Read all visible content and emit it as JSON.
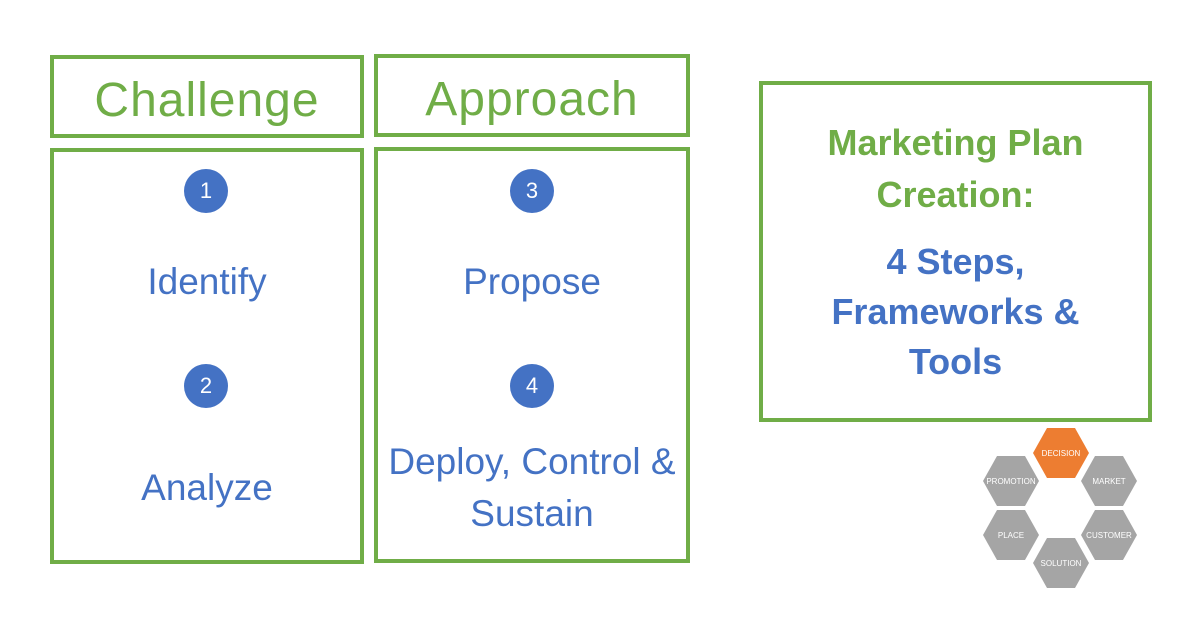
{
  "challenge": {
    "header": "Challenge",
    "steps": [
      {
        "number": "1",
        "label": "Identify"
      },
      {
        "number": "2",
        "label": "Analyze"
      }
    ]
  },
  "approach": {
    "header": "Approach",
    "steps": [
      {
        "number": "3",
        "label": "Propose"
      },
      {
        "number": "4",
        "label": "Deploy, Control & Sustain"
      }
    ]
  },
  "title": {
    "line1": "Marketing Plan Creation:",
    "line2": "4 Steps, Frameworks & Tools"
  },
  "hex_diagram": {
    "highlight_color": "#ed7d31",
    "base_color": "#a5a5a5",
    "labels": {
      "decision": "DECISION",
      "promotion": "PROMOTION",
      "market": "MARKET",
      "place": "PLACE",
      "customer": "CUSTOMER",
      "solution": "SOLUTION"
    }
  },
  "colors": {
    "green": "#70ad47",
    "blue": "#4472c4"
  }
}
